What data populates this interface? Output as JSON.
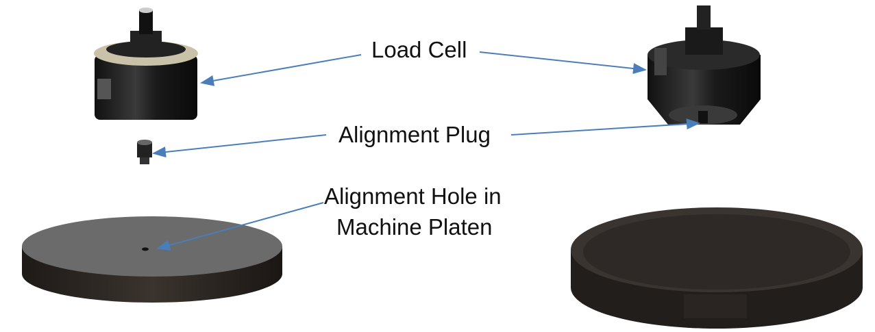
{
  "labels": {
    "load_cell": "Load Cell",
    "alignment_plug": "Alignment Plug",
    "alignment_hole_line1": "Alignment Hole in",
    "alignment_hole_line2": "Machine Platen"
  },
  "colors": {
    "arrow": "#4a7ebb",
    "platen_top_left": "#6b6b6b",
    "platen_dark": "#2b2724"
  }
}
